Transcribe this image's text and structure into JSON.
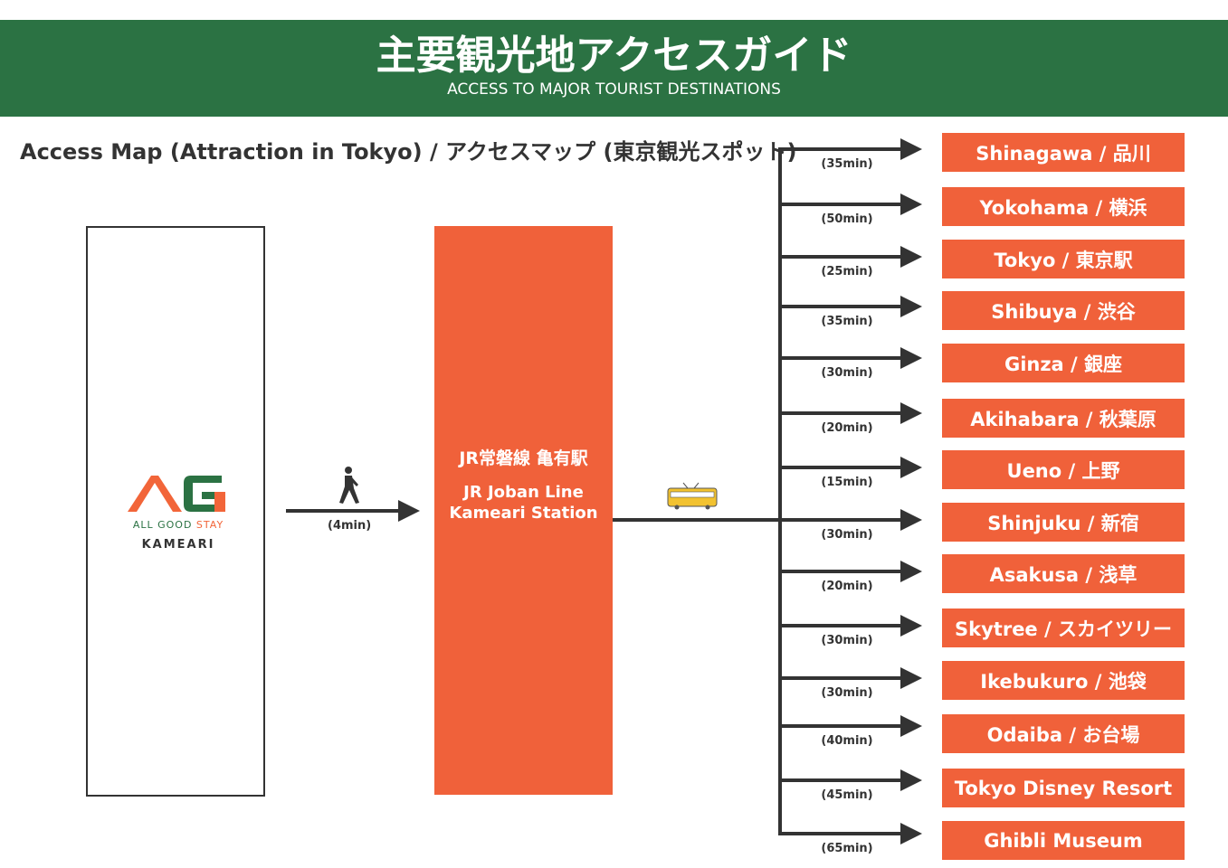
{
  "header": {
    "title": "主要観光地アクセスガイド",
    "subtitle": "ACCESS TO MAJOR TOURIST DESTINATIONS"
  },
  "map_title": "Access Map (Attraction in Tokyo)  /  アクセスマップ (東京観光スポット)",
  "hotel": {
    "logo_letters": "AG",
    "brand_part1": "ALL GOOD ",
    "brand_part2": "STAY",
    "location": "KAMEARI"
  },
  "walk": {
    "icon": "walking-person-icon",
    "time": "(4min)"
  },
  "station": {
    "name_jp": "JR常磐線 亀有駅",
    "name_en_line1": "JR Joban Line",
    "name_en_line2": "Kameari Station",
    "icon": "station-building-icon"
  },
  "train": {
    "icon": "train-icon"
  },
  "colors": {
    "green": "#2b7243",
    "orange": "#f0613a",
    "dark": "#333333"
  },
  "destinations": [
    {
      "name": "Shinagawa / 品川",
      "time": "(35min)"
    },
    {
      "name": "Yokohama / 横浜",
      "time": "(50min)"
    },
    {
      "name": "Tokyo / 東京駅",
      "time": "(25min)"
    },
    {
      "name": "Shibuya / 渋谷",
      "time": "(35min)"
    },
    {
      "name": "Ginza / 銀座",
      "time": "(30min)"
    },
    {
      "name": "Akihabara / 秋葉原",
      "time": "(20min)"
    },
    {
      "name": "Ueno / 上野",
      "time": "(15min)"
    },
    {
      "name": "Shinjuku / 新宿",
      "time": "(30min)"
    },
    {
      "name": "Asakusa / 浅草",
      "time": "(20min)"
    },
    {
      "name": "Skytree / スカイツリー",
      "time": "(30min)"
    },
    {
      "name": "Ikebukuro / 池袋",
      "time": "(30min)"
    },
    {
      "name": "Odaiba / お台場",
      "time": "(40min)"
    },
    {
      "name": "Tokyo Disney Resort",
      "time": "(45min)"
    },
    {
      "name": "Ghibli Museum",
      "time": "(65min)"
    }
  ]
}
